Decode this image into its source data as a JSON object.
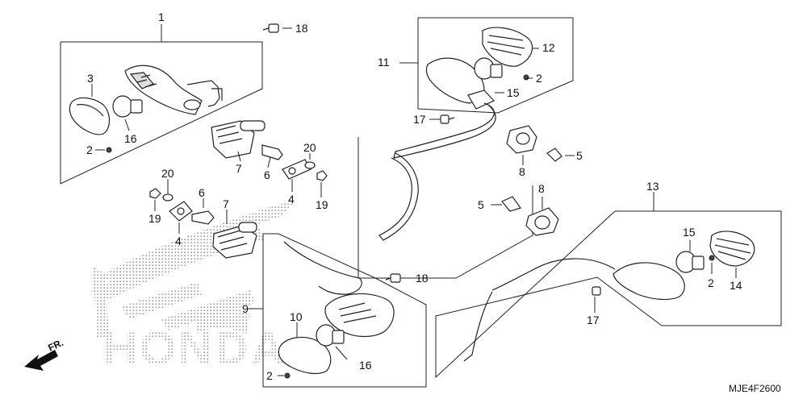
{
  "diagram": {
    "code": "MJE4F2600",
    "brand": "HONDA",
    "front_marker": "FR.",
    "callouts": [
      {
        "id": "c1",
        "text": "1"
      },
      {
        "id": "c18a",
        "text": "18"
      },
      {
        "id": "c3",
        "text": "3"
      },
      {
        "id": "c16a",
        "text": "16"
      },
      {
        "id": "c2a",
        "text": "2"
      },
      {
        "id": "c7a",
        "text": "7"
      },
      {
        "id": "c6a",
        "text": "6"
      },
      {
        "id": "c20a",
        "text": "20"
      },
      {
        "id": "c4a",
        "text": "4"
      },
      {
        "id": "c19a",
        "text": "19"
      },
      {
        "id": "c20b",
        "text": "20"
      },
      {
        "id": "c19b",
        "text": "19"
      },
      {
        "id": "c6b",
        "text": "6"
      },
      {
        "id": "c7b",
        "text": "7"
      },
      {
        "id": "c4b",
        "text": "4"
      },
      {
        "id": "c11",
        "text": "11"
      },
      {
        "id": "c12",
        "text": "12"
      },
      {
        "id": "c2b",
        "text": "2"
      },
      {
        "id": "c15a",
        "text": "15"
      },
      {
        "id": "c17a",
        "text": "17"
      },
      {
        "id": "c5a",
        "text": "5"
      },
      {
        "id": "c8a",
        "text": "8"
      },
      {
        "id": "c5b",
        "text": "5"
      },
      {
        "id": "c8b",
        "text": "8"
      },
      {
        "id": "c13",
        "text": "13"
      },
      {
        "id": "c15b",
        "text": "15"
      },
      {
        "id": "c2c",
        "text": "2"
      },
      {
        "id": "c14",
        "text": "14"
      },
      {
        "id": "c18b",
        "text": "18"
      },
      {
        "id": "c17b",
        "text": "17"
      },
      {
        "id": "c9",
        "text": "9"
      },
      {
        "id": "c10",
        "text": "10"
      },
      {
        "id": "c16b",
        "text": "16"
      },
      {
        "id": "c2d",
        "text": "2"
      }
    ]
  }
}
